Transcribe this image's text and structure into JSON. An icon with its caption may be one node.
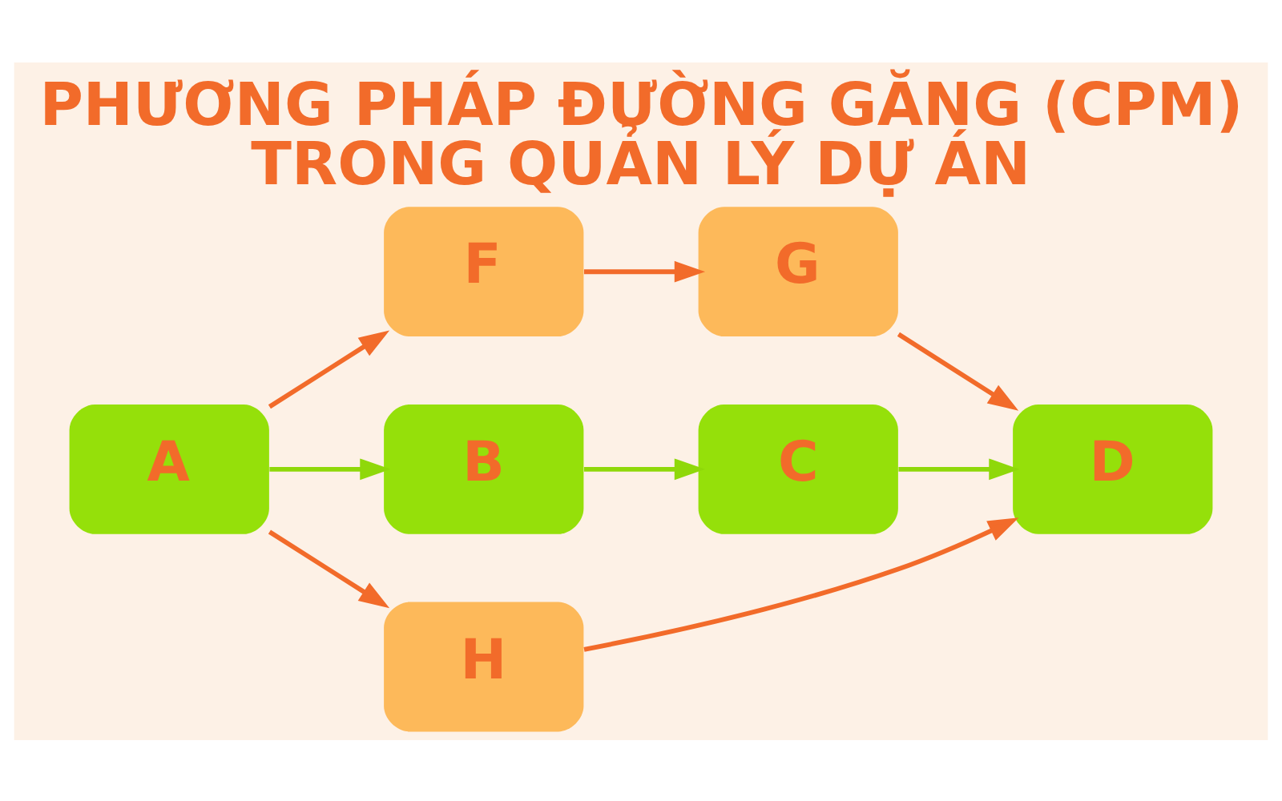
{
  "diagram": {
    "title": "PHƯƠNG PHÁP ĐƯỜNG GĂNG (CPM) TRONG QUẢN LÝ DỰ ÁN",
    "nodes": [
      {
        "text": [
          "F"
        ]
      },
      {
        "text": [
          "G"
        ]
      },
      {
        "text": [
          "A"
        ]
      },
      {
        "text": [
          "B"
        ]
      },
      {
        "text": [
          "C"
        ]
      },
      {
        "text": [
          "D"
        ]
      },
      {
        "text": [
          "H"
        ]
      }
    ],
    "edges": [
      {
        "from": 2,
        "to": 0,
        "arrow": "to"
      },
      {
        "from": 0,
        "to": 1,
        "arrow": "to"
      },
      {
        "from": 1,
        "to": 5,
        "arrow": "to"
      },
      {
        "from": 2,
        "to": 3,
        "arrow": "to",
        "color": "#8fd80a"
      },
      {
        "from": 3,
        "to": 4,
        "arrow": "to",
        "color": "#8fd80a"
      },
      {
        "from": 4,
        "to": 5,
        "arrow": "to",
        "color": "#8fd80a"
      },
      {
        "from": 2,
        "to": 6,
        "arrow": "to"
      },
      {
        "from": 6,
        "to": 5,
        "arrow": "to"
      }
    ]
  }
}
